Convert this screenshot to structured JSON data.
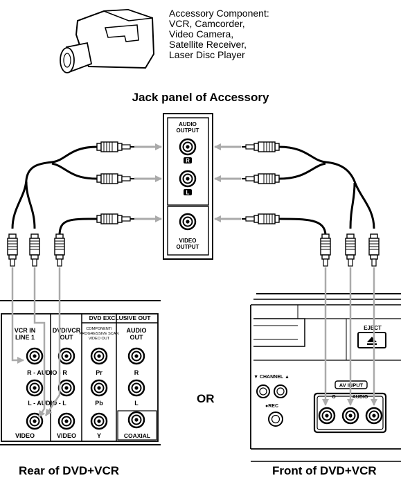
{
  "accessory": {
    "label": "Accessory Component:\nVCR, Camcorder,\nVideo Camera,\nSatellite Receiver,\nLaser Disc Player",
    "jack_panel_title": "Jack panel of Accessory",
    "audio_output": [
      "AUDIO",
      "OUTPUT"
    ],
    "jack_r": "R",
    "jack_l": "L",
    "video_output": [
      "VIDEO",
      "OUTPUT"
    ]
  },
  "rear_panel": {
    "title": "Rear of DVD+VCR",
    "dvd_exclusive_out": "DVD EXCLUSIVE OUT",
    "col_vcr_in": [
      "VCR IN",
      "LINE 1"
    ],
    "col_dvd_vcr_out": [
      "DVD/VCR",
      "OUT"
    ],
    "col_component": [
      "COMPONENT/",
      "PROGRESSIVE SCAN",
      "VIDEO OUT"
    ],
    "col_audio_out": [
      "AUDIO",
      "OUT"
    ],
    "r_audio_r": "R - AUDIO - R",
    "l_audio_l": "L - AUDIO - L",
    "video_left": "VIDEO",
    "video_right": "VIDEO",
    "pr": "Pr",
    "pb": "Pb",
    "y": "Y",
    "r": "R",
    "l": "L",
    "coaxial": "COAXIAL"
  },
  "or_label": "OR",
  "front_panel": {
    "title": "Front of DVD+VCR",
    "eject": "EJECT",
    "channel": "▼ CHANNEL ▲",
    "av_input": "AV INPUT",
    "rec": "●REC",
    "video_partial": "O",
    "audio_partial": "AUDIO"
  }
}
